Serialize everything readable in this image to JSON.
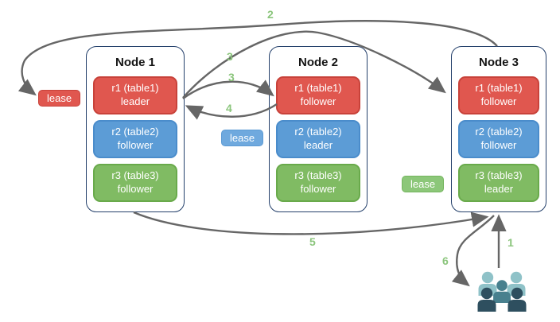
{
  "nodes": [
    {
      "title": "Node 1",
      "replicas": [
        {
          "name": "r1 (table1)",
          "role": "leader",
          "color": "red"
        },
        {
          "name": "r2 (table2)",
          "role": "follower",
          "color": "blue"
        },
        {
          "name": "r3 (table3)",
          "role": "follower",
          "color": "green"
        }
      ]
    },
    {
      "title": "Node 2",
      "replicas": [
        {
          "name": "r1 (table1)",
          "role": "follower",
          "color": "red"
        },
        {
          "name": "r2 (table2)",
          "role": "leader",
          "color": "blue"
        },
        {
          "name": "r3 (table3)",
          "role": "follower",
          "color": "green"
        }
      ]
    },
    {
      "title": "Node 3",
      "replicas": [
        {
          "name": "r1 (table1)",
          "role": "follower",
          "color": "red"
        },
        {
          "name": "r2 (table2)",
          "role": "follower",
          "color": "blue"
        },
        {
          "name": "r3 (table3)",
          "role": "leader",
          "color": "green"
        }
      ]
    }
  ],
  "leases": {
    "red": {
      "label": "lease"
    },
    "blue": {
      "label": "lease"
    },
    "green": {
      "label": "lease"
    }
  },
  "steps": {
    "s1": "1",
    "s2": "2",
    "s3a": "3",
    "s3b": "3",
    "s4": "4",
    "s5": "5",
    "s6": "6"
  },
  "icons": {
    "users": "users-group-icon"
  },
  "colors": {
    "arrow": "#666666",
    "step_label": "#8bc57c",
    "node_border": "#24406b",
    "red_fill": "#e0574f",
    "red_border": "#c8423a",
    "blue_fill": "#5c9cd6",
    "blue_border": "#4a8ccb",
    "green_fill": "#80bb63",
    "green_border": "#69aa4b",
    "lease_blue_fill": "#6fa9de",
    "lease_green_fill": "#8cc779",
    "users_light": "#8fc2c8",
    "users_mid": "#48808e",
    "users_dark": "#2e4f5f"
  }
}
